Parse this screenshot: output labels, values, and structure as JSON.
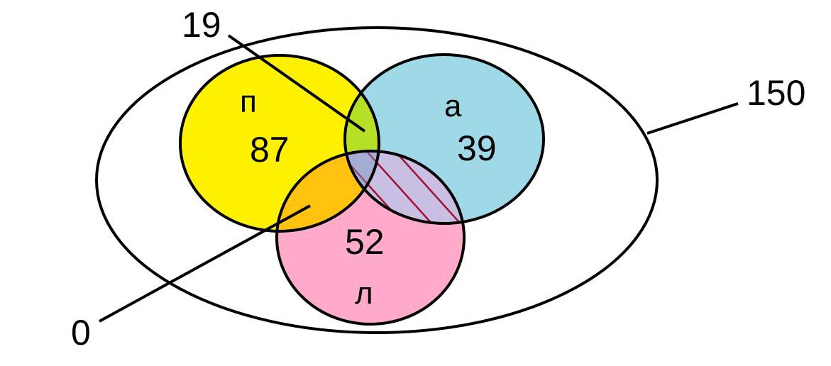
{
  "diagram": {
    "type": "venn",
    "colors": {
      "p_circle": "#fff200",
      "a_circle": "#9fd9e8",
      "l_circle": "#ffaac8",
      "p_a_overlap": "#b5e026",
      "p_l_overlap": "#ffc20e",
      "a_l_overlap": "#c9bfe3",
      "all_overlap": "#7a98c2",
      "hatch": "#a01030",
      "outline": "#000000"
    },
    "sets": {
      "p": {
        "letter": "п",
        "count": "87"
      },
      "a": {
        "letter": "а",
        "count": "39"
      },
      "l": {
        "letter": "л",
        "count": "52"
      }
    },
    "callouts": {
      "total": "150",
      "p_a": "19",
      "p_l": "0"
    }
  }
}
